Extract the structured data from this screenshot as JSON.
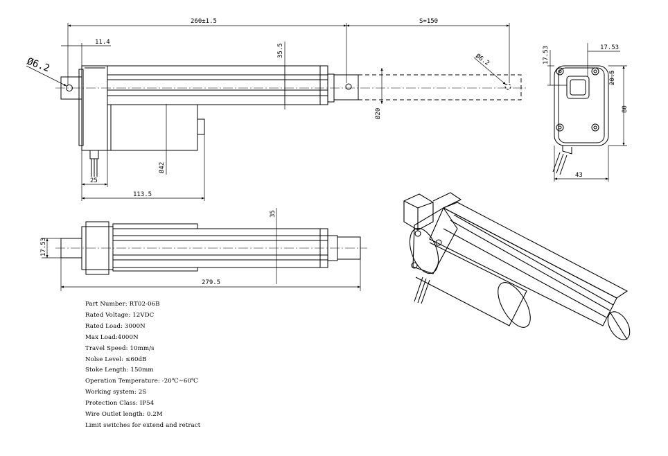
{
  "dimensions": {
    "overall_length": "260±1.5",
    "stroke": "S=150",
    "clevis_offset": "11.4",
    "rear_hole": "Ø6.2",
    "front_hole": "Ø6.2",
    "tube_height": "35.5",
    "rod_diameter": "Ø20",
    "motor_diameter": "Ø42",
    "gearbox_width": "25",
    "motor_length": "113.5",
    "top_height": "35",
    "rear_clevis_height": "17.53",
    "total_length": "279.5",
    "end_offset_top": "17.53",
    "end_offset_left": "17.53",
    "end_hole_spacing": "20.5",
    "end_height": "80",
    "end_width": "43"
  },
  "specs": [
    "Part Number: RT02-06B",
    "Rated Voltage: 12VDC",
    "Rated Load: 3000N",
    "Max Load:4000N",
    "Travel Speed: 10mm/s",
    "Nolse Level: ≤60dB",
    "Stoke Length: 150mm",
    "Operation Temperature: -20℃~60℃",
    "Working system: 2S",
    "Protection Class: IP54",
    "Wire Outlet length: 0.2M",
    "Limit switches for extend and retract"
  ]
}
